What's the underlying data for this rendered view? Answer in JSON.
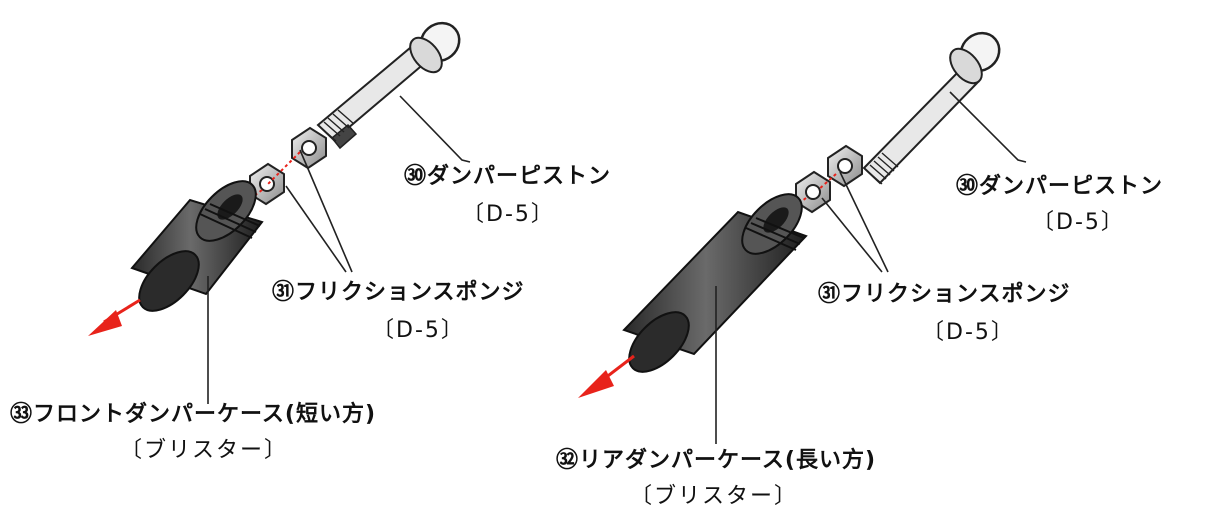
{
  "left_assembly": {
    "piston": {
      "name": "㉚ダンパーピストン",
      "code": "〔D-5〕"
    },
    "sponge": {
      "name": "㉛フリクションスポンジ",
      "code": "〔D-5〕"
    },
    "case": {
      "name": "㉝フロントダンパーケース(短い方)",
      "code": "〔ブリスター〕"
    }
  },
  "right_assembly": {
    "piston": {
      "name": "㉚ダンパーピストン",
      "code": "〔D-5〕"
    },
    "sponge": {
      "name": "㉛フリクションスポンジ",
      "code": "〔D-5〕"
    },
    "case": {
      "name": "㉜リアダンパーケース(長い方)",
      "code": "〔ブリスター〕"
    }
  },
  "colors": {
    "arrow": "#e8231b",
    "part_dark": "#3a3a3a",
    "line": "#222222"
  }
}
